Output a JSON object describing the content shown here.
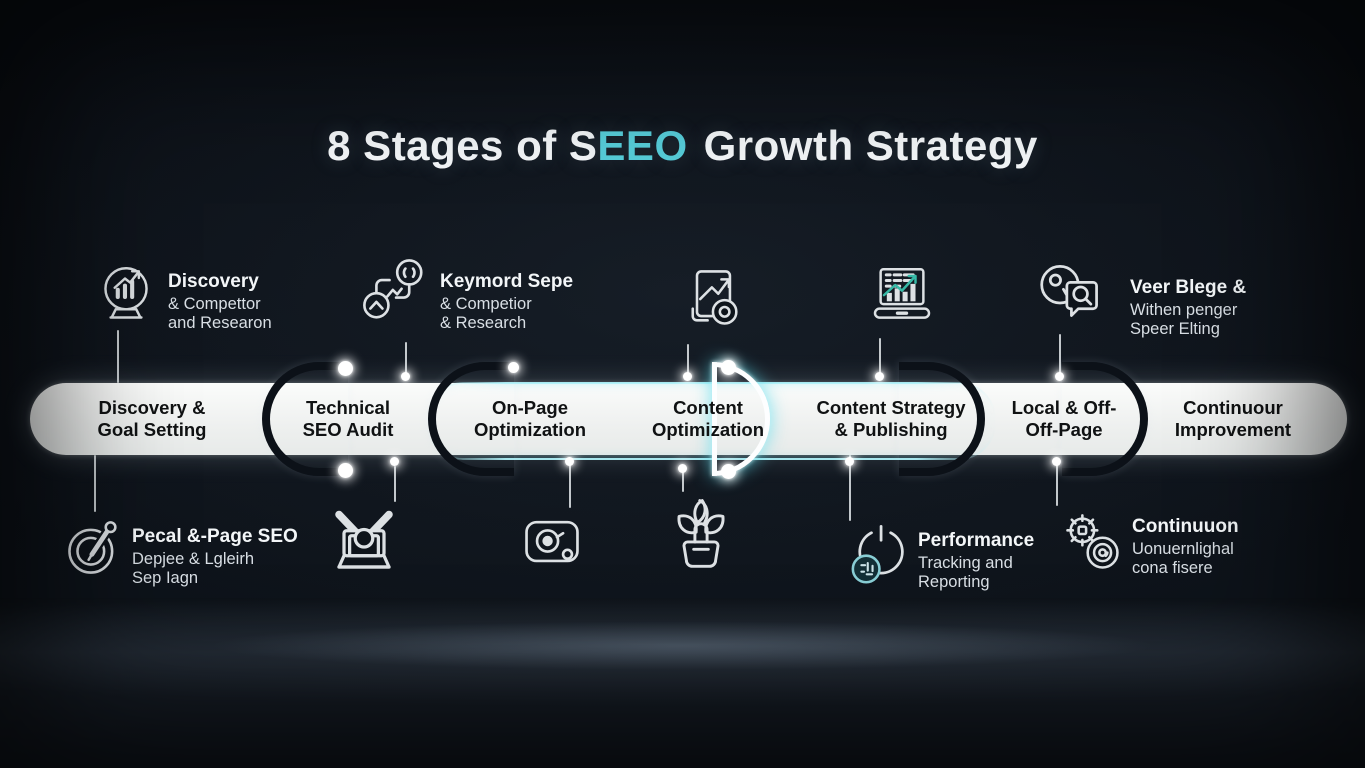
{
  "title": {
    "pre": "8 Stages of S",
    "accent": "EEO",
    "post": "Growth Strategy"
  },
  "stages": [
    {
      "line1": "Discovery &",
      "line2": "Goal Setting"
    },
    {
      "line1": "Technical",
      "line2": "SEO Audit"
    },
    {
      "line1": "On-Page",
      "line2": "Optimization"
    },
    {
      "line1": "Content",
      "line2": "Optimization"
    },
    {
      "line1": "Content Strategy",
      "line2": "& Publishing"
    },
    {
      "line1": "Local & Off-",
      "line2": "Off-Page"
    },
    {
      "line1": "Continuour",
      "line2": "Improvement"
    }
  ],
  "callouts": {
    "top_left": {
      "title": "Discovery",
      "line2": "& Compettor",
      "line3": "and Researon"
    },
    "top_keyword": {
      "title": "Keymord Sepe",
      "line2": "& Competior",
      "line3": "& Research"
    },
    "top_right": {
      "title": "Veer Blege &",
      "line2": "Withen penger",
      "line3": "Speer Elting"
    },
    "bottom_left": {
      "title": "Pecal &-Page SEO",
      "line2": "Depjee & Lgleirh",
      "line3": "Sep Iagn"
    },
    "bottom_performance": {
      "title": "Performance",
      "line2": "Tracking and",
      "line3": "Reporting"
    },
    "bottom_right": {
      "title": "Continuuon",
      "line2": "Uonuernlighal",
      "line3": "cona fisere"
    }
  },
  "icons": {
    "top_left": "growth-chart-bulb-icon",
    "top_keyword": "flowchart-nodes-icon",
    "top_center": "trend-document-icon",
    "top_analytics": "laptop-analytics-icon",
    "top_right": "disc-search-bubble-icon",
    "bottom_left": "pen-target-icon",
    "bottom_box": "crossed-box-icon",
    "bottom_gauge": "gauge-panel-icon",
    "bottom_plant": "plant-growth-icon",
    "bottom_performance": "power-chart-icon",
    "bottom_right": "gears-icon"
  },
  "colors": {
    "accent_cyan": "#57CEDA",
    "band_white": "#F1F2F1",
    "arc_dark": "#0C1118",
    "background": "#0D1219",
    "icon_stroke": "#E8ECEF",
    "trend_teal": "#38C2AE",
    "badge_teal": "#8FD8DF"
  }
}
